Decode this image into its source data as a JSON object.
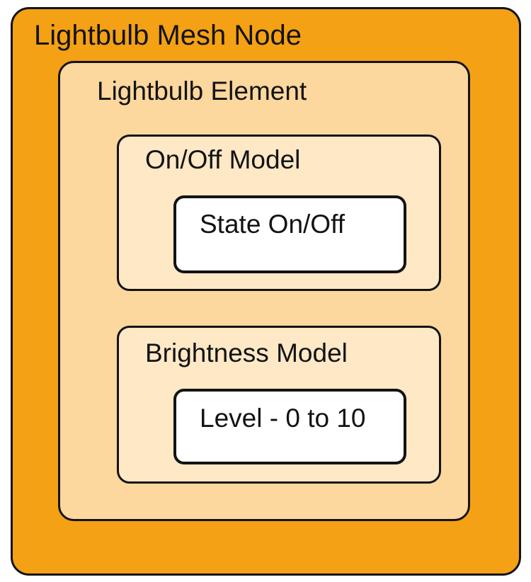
{
  "diagram": {
    "node_title": "Lightbulb Mesh Node",
    "element": {
      "title": "Lightbulb Element",
      "models": [
        {
          "title": "On/Off Model",
          "state": "State On/Off"
        },
        {
          "title": "Brightness Model",
          "state": "Level - 0 to 10"
        }
      ]
    }
  },
  "colors": {
    "node-fill": "#F4A116",
    "element-fill": "#FCD79E",
    "model-fill": "#FEE8C6",
    "state-fill": "#FFFFFF",
    "border": "#131313",
    "canvas-bg": "#FFFFFF"
  }
}
